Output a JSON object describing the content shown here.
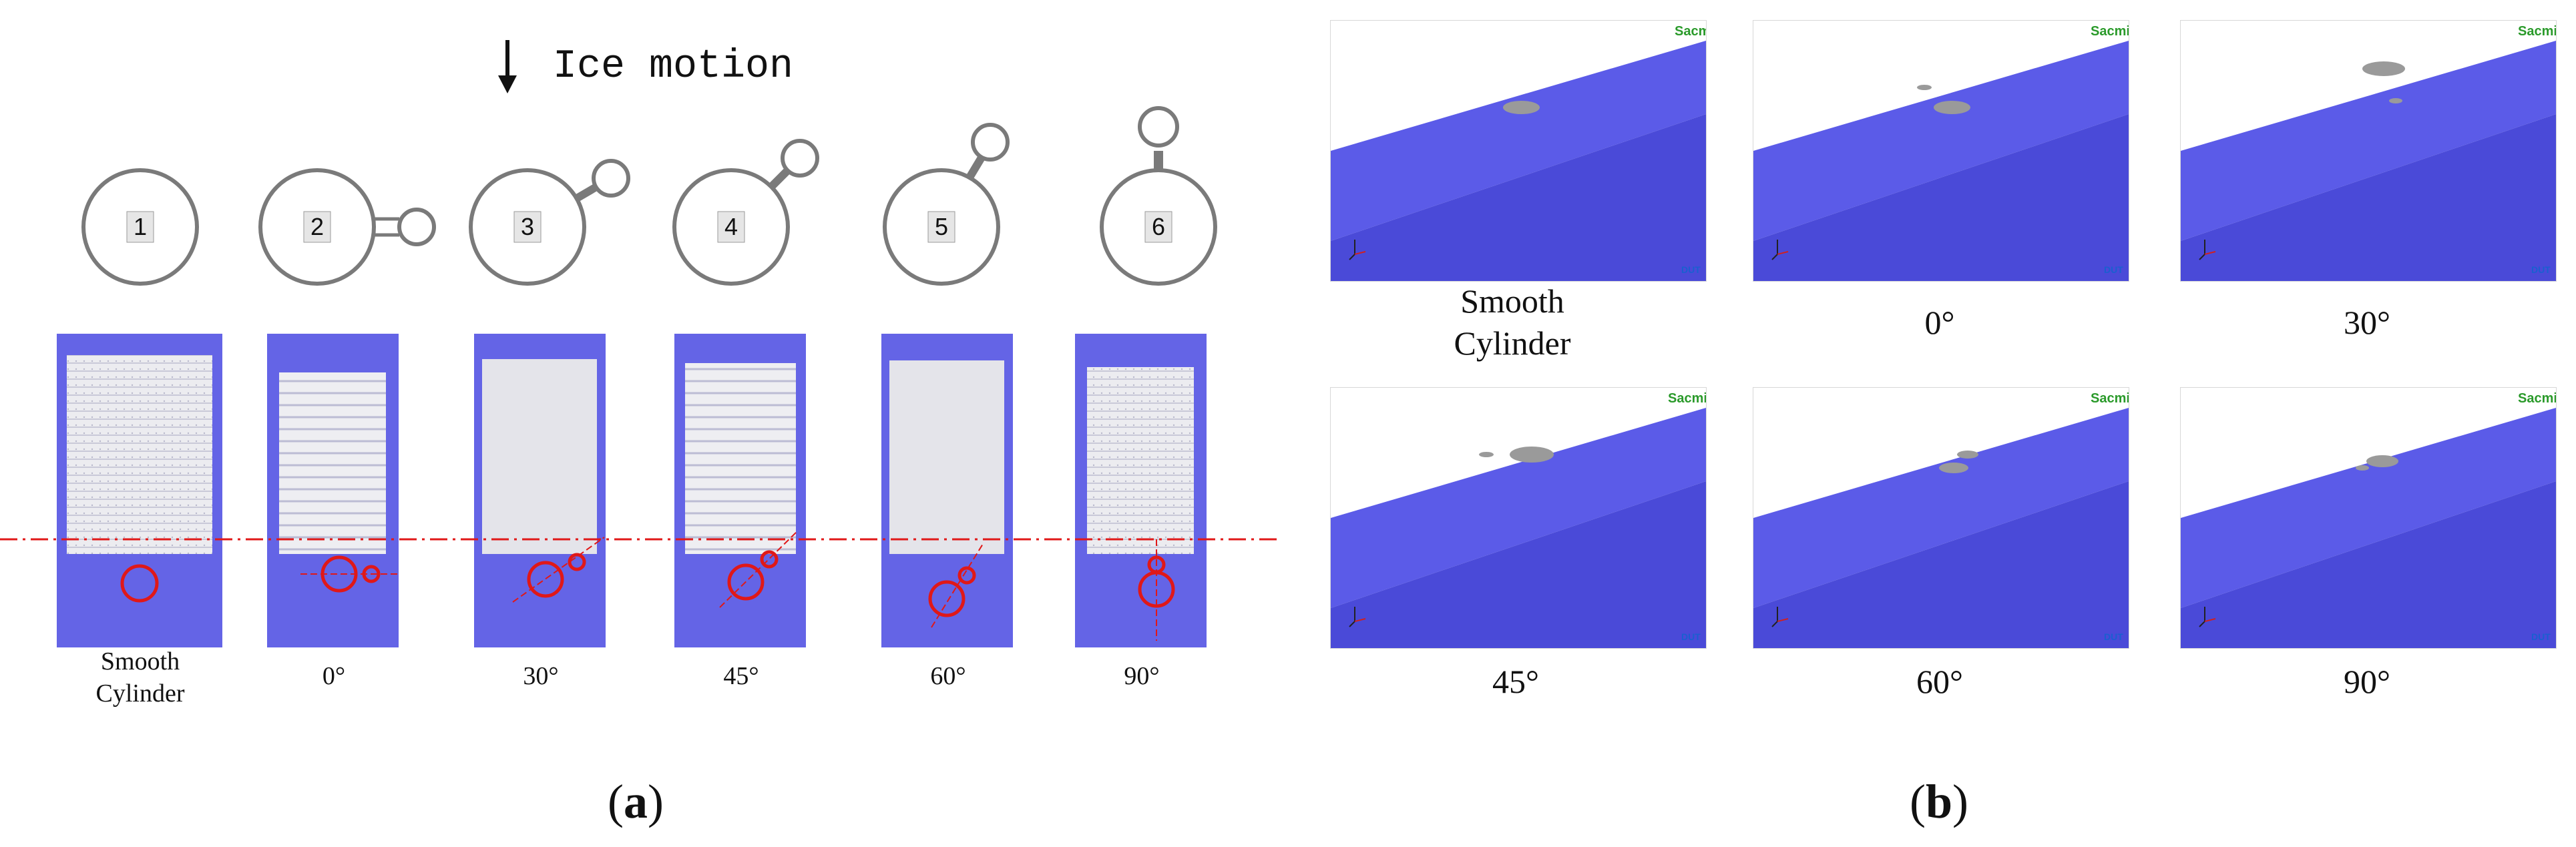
{
  "panel_a": {
    "motion_label": "Ice motion",
    "config_numbers": [
      "1",
      "2",
      "3",
      "4",
      "5",
      "6"
    ],
    "labels": [
      "Smooth\nCylinder",
      "0°",
      "30°",
      "45°",
      "60°",
      "90°"
    ],
    "caption_open": "(",
    "caption_letter": "a",
    "caption_close": ")"
  },
  "panel_b": {
    "labels": [
      "Smooth\nCylinder",
      "0°",
      "30°",
      "45°",
      "60°",
      "90°"
    ],
    "logo": "Sacmi",
    "brand": "DUT",
    "caption_open": "(",
    "caption_letter": "b",
    "caption_close": ")"
  },
  "colors": {
    "water": "#5b5be8",
    "ice": "#e8e8ec",
    "marker": "#e01818",
    "pile": "#8c8c8c"
  }
}
